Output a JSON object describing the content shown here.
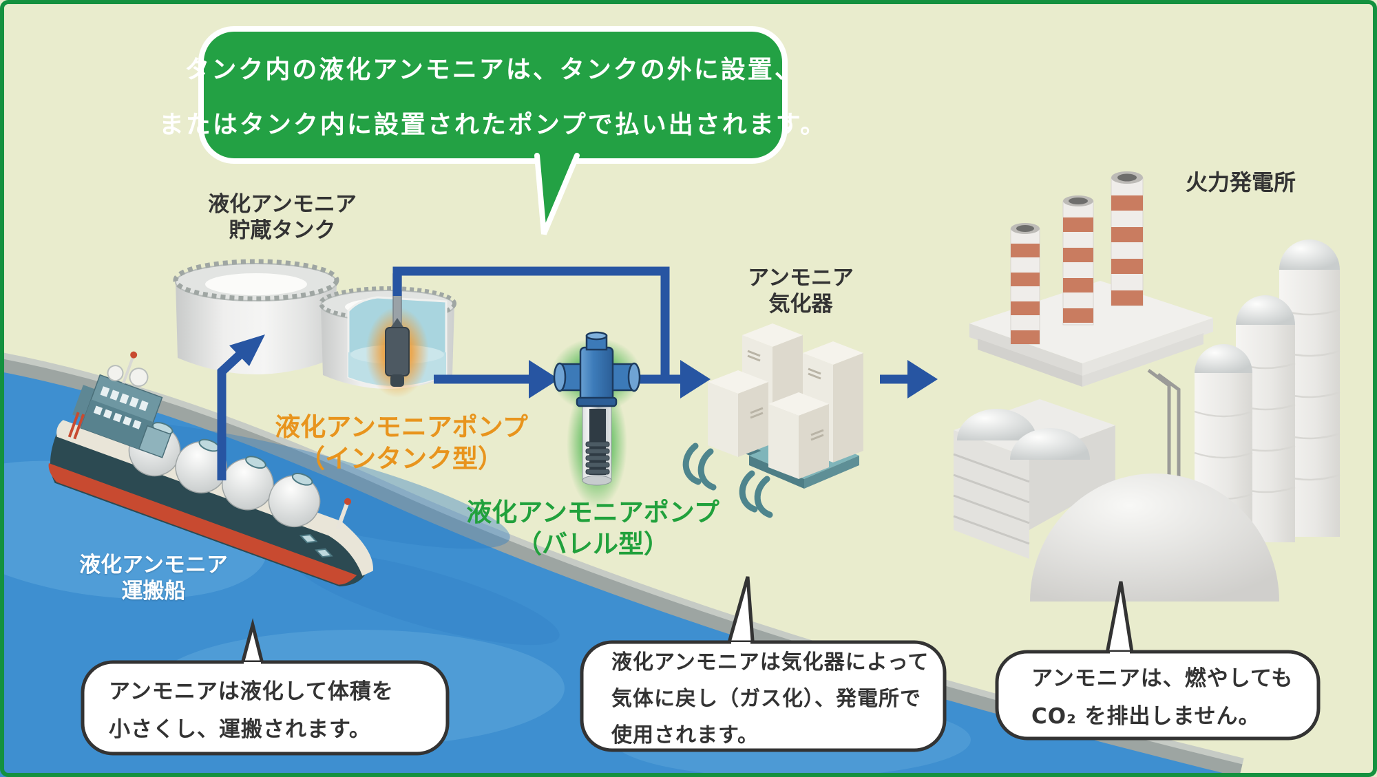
{
  "top_callout": {
    "line1": "タンク内の液化アンモニアは、タンクの外に設置、",
    "line2": "またはタンク内に設置されたポンプで払い出されます。"
  },
  "labels": {
    "storage_tank": {
      "line1": "液化アンモニア",
      "line2": "貯蔵タンク"
    },
    "intank_pump": {
      "line1": "液化アンモニアポンプ",
      "line2": "（インタンク型）"
    },
    "barrel_pump": {
      "line1": "液化アンモニアポンプ",
      "line2": "（バレル型）"
    },
    "vaporizer": {
      "line1": "アンモニア",
      "line2": "気化器"
    },
    "power_plant": {
      "label": "火力発電所"
    },
    "carrier_ship": {
      "line1": "液化アンモニア",
      "line2": "運搬船"
    }
  },
  "callouts": {
    "ship": {
      "line1": "アンモニアは液化して体積を",
      "line2": "小さくし、運搬されます。"
    },
    "vaporizer": {
      "line1": "液化アンモニアは気化器によって",
      "line2": "気体に戻し（ガス化）、発電所で",
      "line3": "使用されます。"
    },
    "plant": {
      "line1": "アンモニアは、燃やしても",
      "line2": "CO₂ を排出しません。"
    }
  },
  "colors": {
    "frame_green": "#14913F",
    "land": "#E9ECCD",
    "water": "#3E8FD0",
    "coast_gray": "#9DA5A2",
    "callout_green": "#23A144",
    "pipe_blue": "#2755A2",
    "accent_orange": "#E8941D",
    "accent_green": "#21A13C",
    "text_dark": "#333333"
  }
}
